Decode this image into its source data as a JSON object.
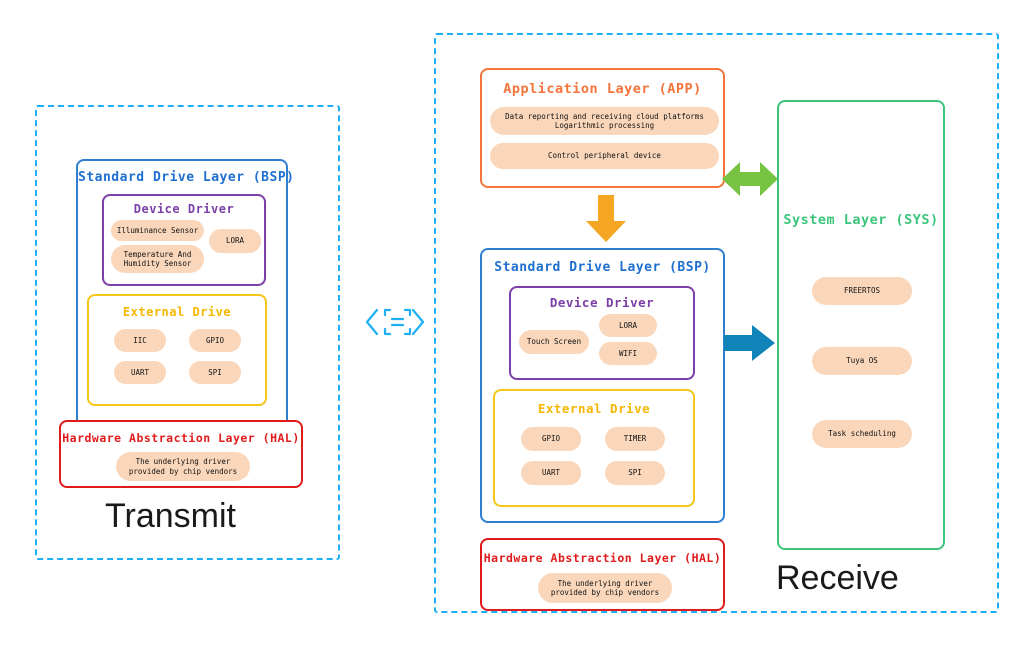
{
  "diagram": {
    "title_left": "Transmit",
    "title_right": "Receive"
  },
  "transmit": {
    "panel_name": "transmit-panel",
    "bsp": {
      "title": "Standard Drive Layer (BSP)",
      "device_driver": {
        "title": "Device Driver",
        "pills": [
          {
            "label": "Illuminance Sensor"
          },
          {
            "label": "Temperature And\nHumidity Sensor"
          },
          {
            "label": "LORA"
          }
        ]
      },
      "external_drive": {
        "title": "External Drive",
        "pills": [
          {
            "label": "IIC"
          },
          {
            "label": "GPIO"
          },
          {
            "label": "UART"
          },
          {
            "label": "SPI"
          }
        ]
      }
    },
    "hal": {
      "title": "Hardware Abstraction Layer (HAL)",
      "pills": [
        {
          "label": "The underlying driver\nprovided by chip vendors"
        }
      ]
    }
  },
  "receive": {
    "panel_name": "receive-panel",
    "app": {
      "title": "Application Layer (APP)",
      "pills": [
        {
          "label": "Data reporting and receiving cloud platforms\nLogarithmic processing"
        },
        {
          "label": "Control peripheral device"
        }
      ]
    },
    "bsp": {
      "title": "Standard Drive Layer (BSP)",
      "device_driver": {
        "title": "Device Driver",
        "pills": [
          {
            "label": "Touch Screen"
          },
          {
            "label": "LORA"
          },
          {
            "label": "WIFI"
          }
        ]
      },
      "external_drive": {
        "title": "External Drive",
        "pills": [
          {
            "label": "GPIO"
          },
          {
            "label": "TIMER"
          },
          {
            "label": "UART"
          },
          {
            "label": "SPI"
          }
        ]
      }
    },
    "hal": {
      "title": "Hardware Abstraction Layer (HAL)",
      "pills": [
        {
          "label": "The underlying driver\nprovided by chip vendors"
        }
      ]
    },
    "sys": {
      "title": "System Layer (SYS)",
      "pills": [
        {
          "label": "FREERTOS"
        },
        {
          "label": "Tuya OS"
        },
        {
          "label": "Task scheduling"
        }
      ]
    }
  },
  "connectors": {
    "wireless_link": "wireless-link-icon",
    "app_to_sys": "green-double-arrow",
    "app_to_bsp": "orange-down-arrow",
    "bsp_to_sys": "blue-right-arrow"
  },
  "colors": {
    "panel_dashed": "#1eb0f5",
    "bsp": "#2f7fd0",
    "device_driver": "#7b3fa8",
    "external_drive": "#f5c518",
    "hal": "#e01b1b",
    "app": "#f4743b",
    "sys": "#3cc47c",
    "pill_fill": "#fad7bb",
    "green_arrow": "#76c442",
    "orange_arrow": "#f5a623",
    "blue_arrow": "#1083b8"
  }
}
